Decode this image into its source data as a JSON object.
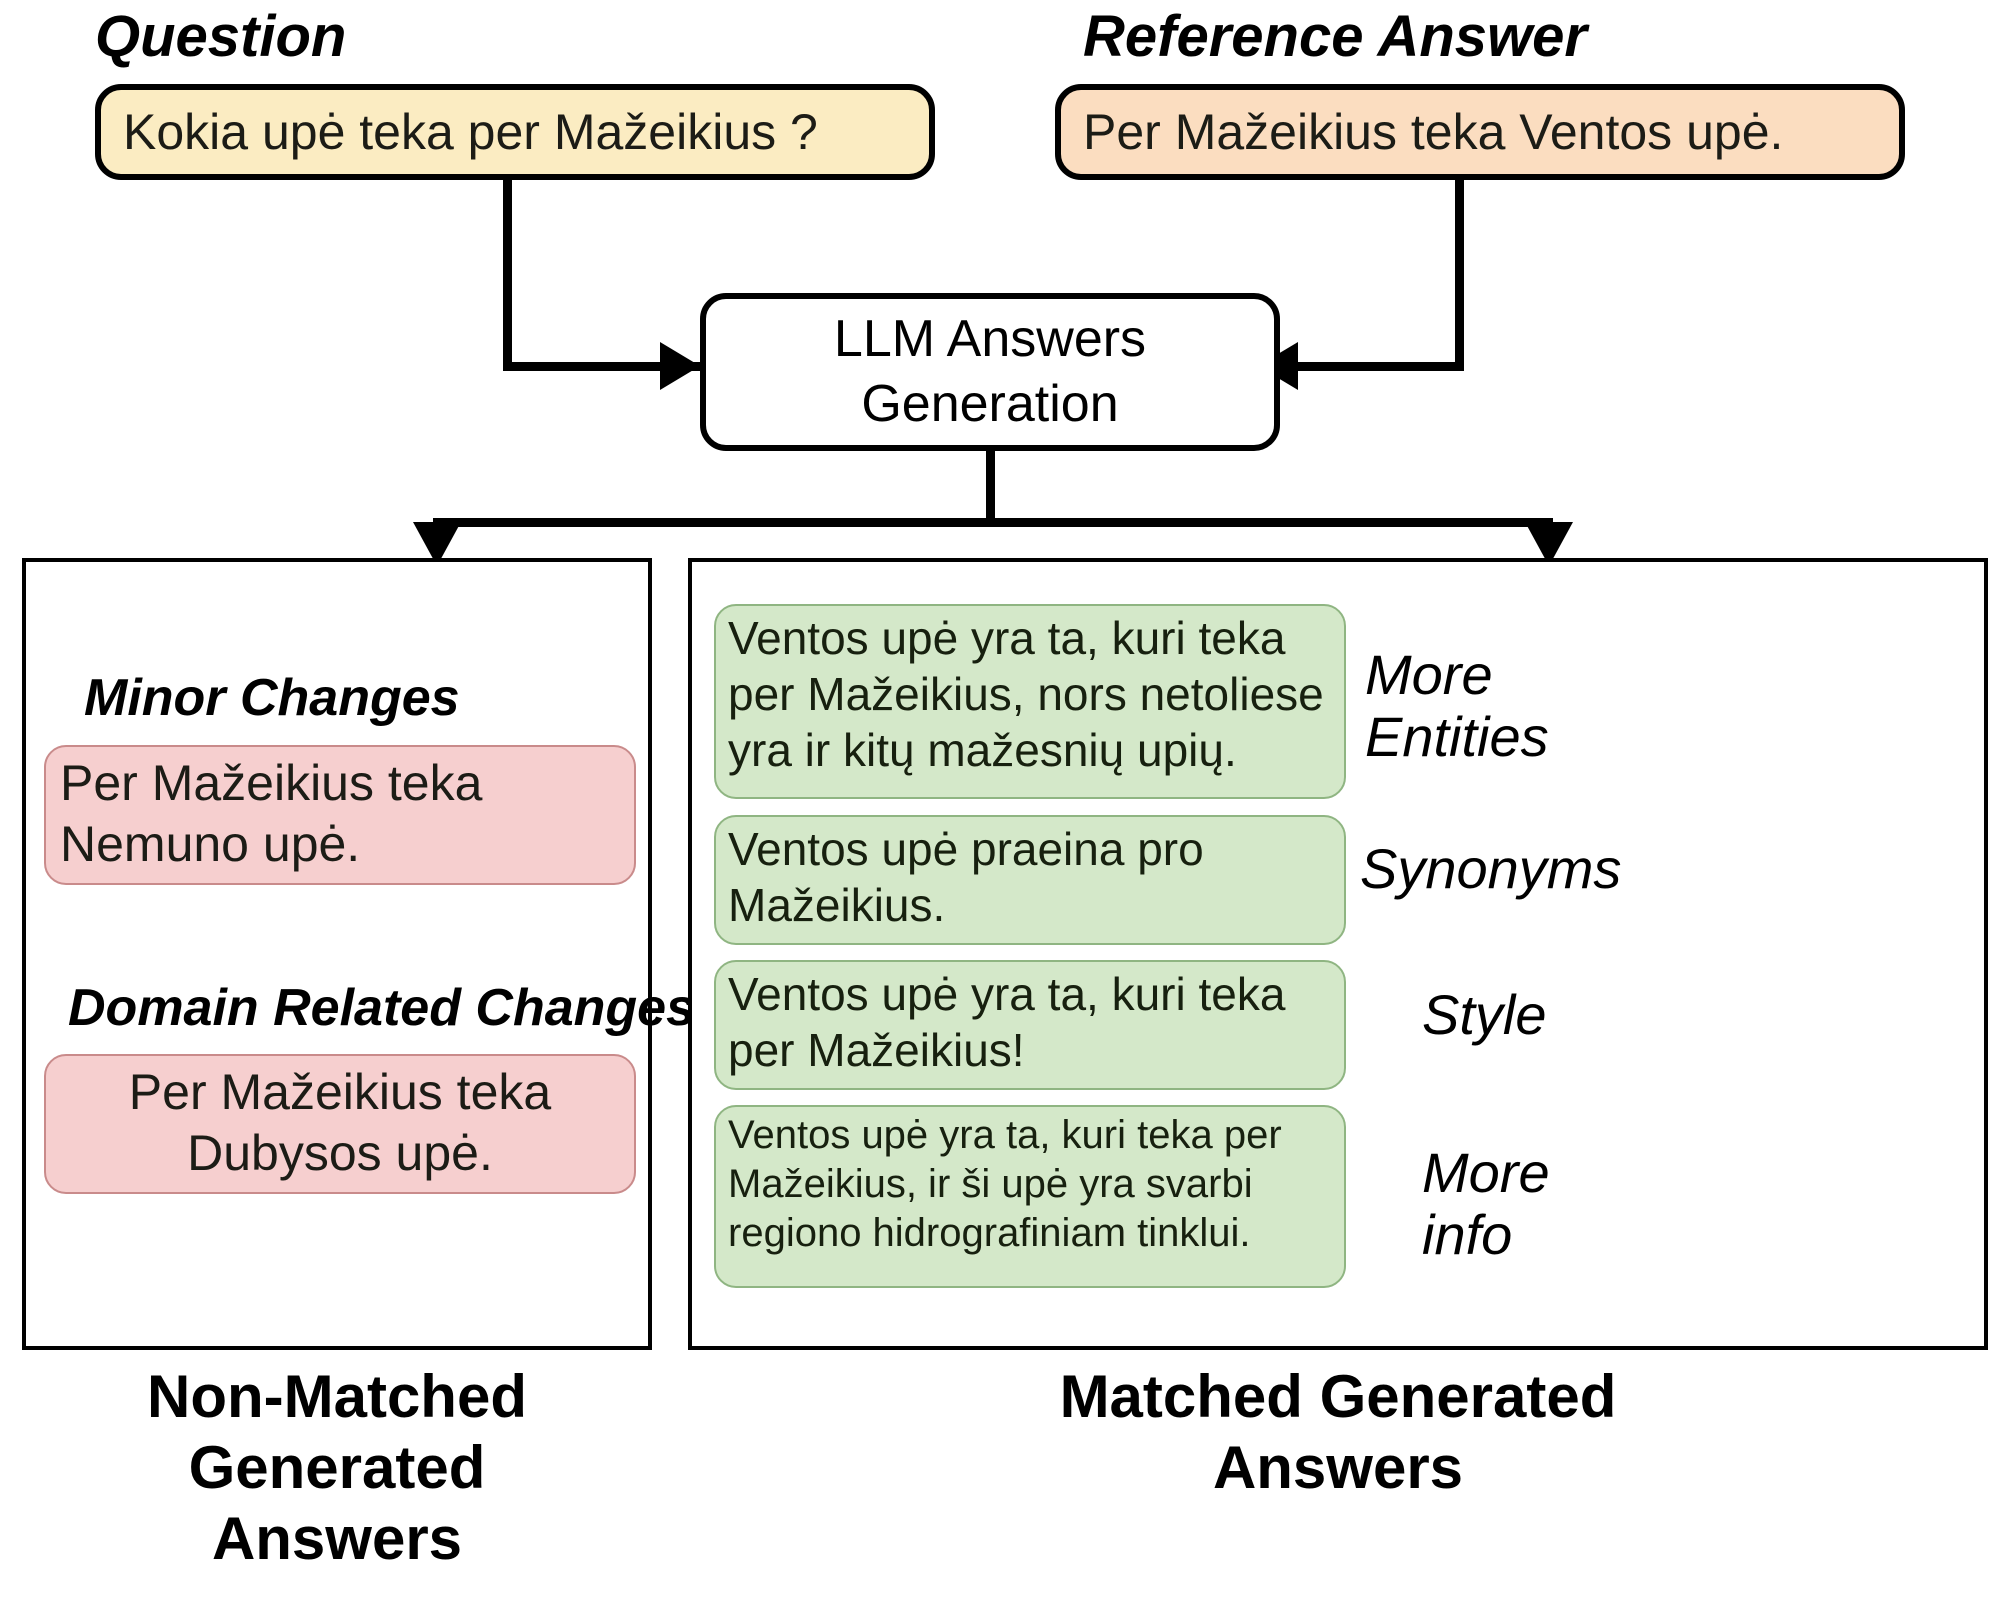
{
  "headings": {
    "question": "Question",
    "reference_answer": "Reference Answer"
  },
  "boxes": {
    "question_text": "Kokia upė teka per Mažeikius ?",
    "reference_text": "Per Mažeikius teka Ventos upė.",
    "llm_node": "LLM Answers\nGeneration"
  },
  "left_panel": {
    "caption": "Non-Matched Generated\nAnswers",
    "groups": [
      {
        "label": "Minor Changes",
        "answer": "Per Mažeikius teka Nemuno upė."
      },
      {
        "label": "Domain Related Changes",
        "answer": "Per Mažeikius teka Dubysos upė."
      }
    ]
  },
  "right_panel": {
    "caption": "Matched Generated\nAnswers",
    "items": [
      {
        "answer": "Ventos upė yra ta, kuri teka per Mažeikius, nors netoliese yra ir kitų mažesnių upių.",
        "tag": "More\nEntities"
      },
      {
        "answer": "Ventos upė praeina pro Mažeikius.",
        "tag": "Synonyms"
      },
      {
        "answer": "Ventos upė yra ta, kuri teka per Mažeikius!",
        "tag": "Style"
      },
      {
        "answer": "Ventos upė yra ta, kuri teka per Mažeikius, ir ši upė yra svarbi regiono hidrografiniam tinklui.",
        "tag": "More\ninfo"
      }
    ]
  },
  "colors": {
    "question_fill": "#fbecc2",
    "reference_fill": "#fbddc0",
    "non_matched_fill": "#f6cfcf",
    "matched_fill": "#d4e8c9",
    "stroke": "#000000"
  }
}
